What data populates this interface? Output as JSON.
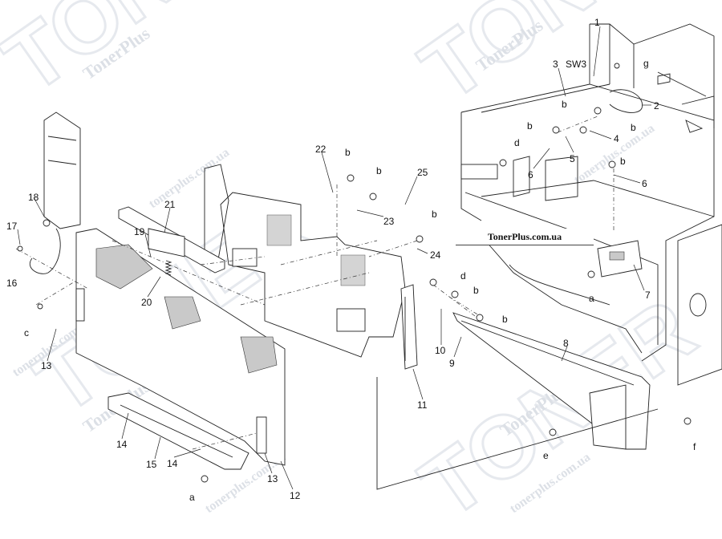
{
  "banner": "TonerPlus.com.ua",
  "watermark": {
    "site": "TonerPlus",
    "domain": "tonerplus.com.ua",
    "big": "TONER"
  },
  "callouts": {
    "p1": "1",
    "p2": "2",
    "p3": "3",
    "p4": "4",
    "p5": "5",
    "p6a": "6",
    "p6b": "6",
    "p7": "7",
    "p8": "8",
    "p9": "9",
    "p10": "10",
    "p11": "11",
    "p12": "12",
    "p13a": "13",
    "p13b": "13",
    "p14a": "14",
    "p14b": "14",
    "p15": "15",
    "p16": "16",
    "p17": "17",
    "p18": "18",
    "p19": "19",
    "p20": "20",
    "p21": "21",
    "p22": "22",
    "p23": "23",
    "p24": "24",
    "p25": "25",
    "sw3": "SW3",
    "a1": "a",
    "a2": "a",
    "b1": "b",
    "b2": "b",
    "b3": "b",
    "b4": "b",
    "b5": "b",
    "b6": "b",
    "b7": "b",
    "b8": "b",
    "b9": "b",
    "c1": "c",
    "d1": "d",
    "d2": "d",
    "e1": "e",
    "f1": "f",
    "g1": "g"
  }
}
